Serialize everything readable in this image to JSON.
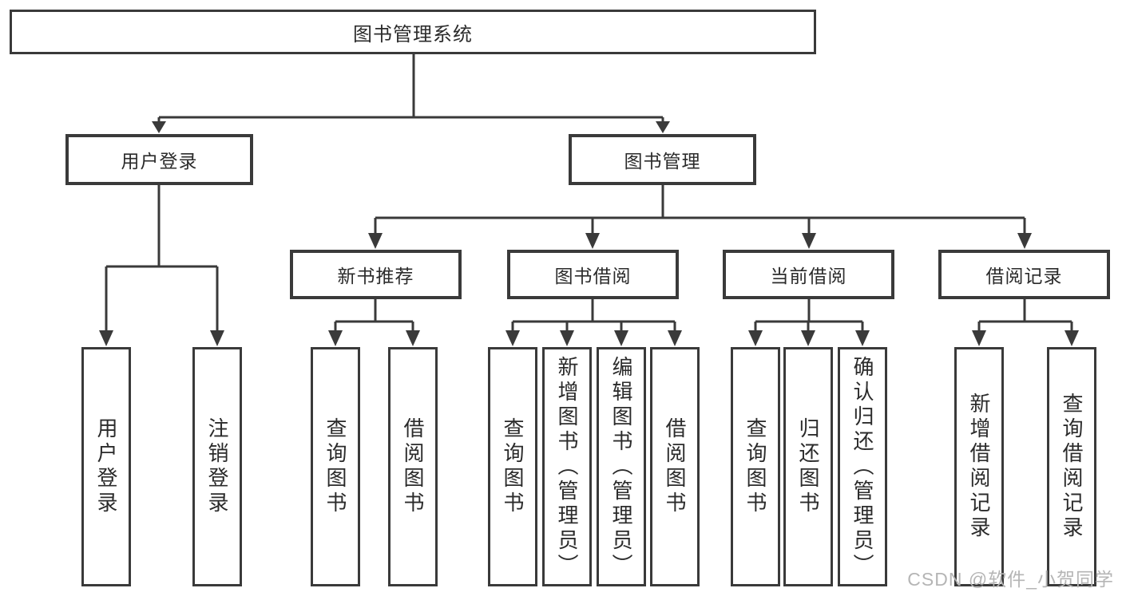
{
  "tree": {
    "root": "图书管理系统",
    "branches": [
      {
        "label": "用户登录",
        "children": [
          {
            "label": "用户登录"
          },
          {
            "label": "注销登录"
          }
        ]
      },
      {
        "label": "图书管理",
        "children": [
          {
            "label": "新书推荐",
            "children": [
              {
                "label": "查询图书"
              },
              {
                "label": "借阅图书"
              }
            ]
          },
          {
            "label": "图书借阅",
            "children": [
              {
                "label": "查询图书"
              },
              {
                "label": "新增图书（管理员）"
              },
              {
                "label": "编辑图书（管理员）"
              },
              {
                "label": "借阅图书"
              }
            ]
          },
          {
            "label": "当前借阅",
            "children": [
              {
                "label": "查询图书"
              },
              {
                "label": "归还图书"
              },
              {
                "label": "确认归还（管理员）"
              }
            ]
          },
          {
            "label": "借阅记录",
            "children": [
              {
                "label": "新增借阅记录"
              },
              {
                "label": "查询借阅记录"
              }
            ]
          }
        ]
      }
    ]
  },
  "watermark": {
    "text": "CSDN @软件_小贺同学",
    "color": "#b5b5b5"
  },
  "colors": {
    "line": "#3a3a3a",
    "box_border": "#3a3a3a",
    "text": "#2b2b2b",
    "background": "#ffffff"
  }
}
